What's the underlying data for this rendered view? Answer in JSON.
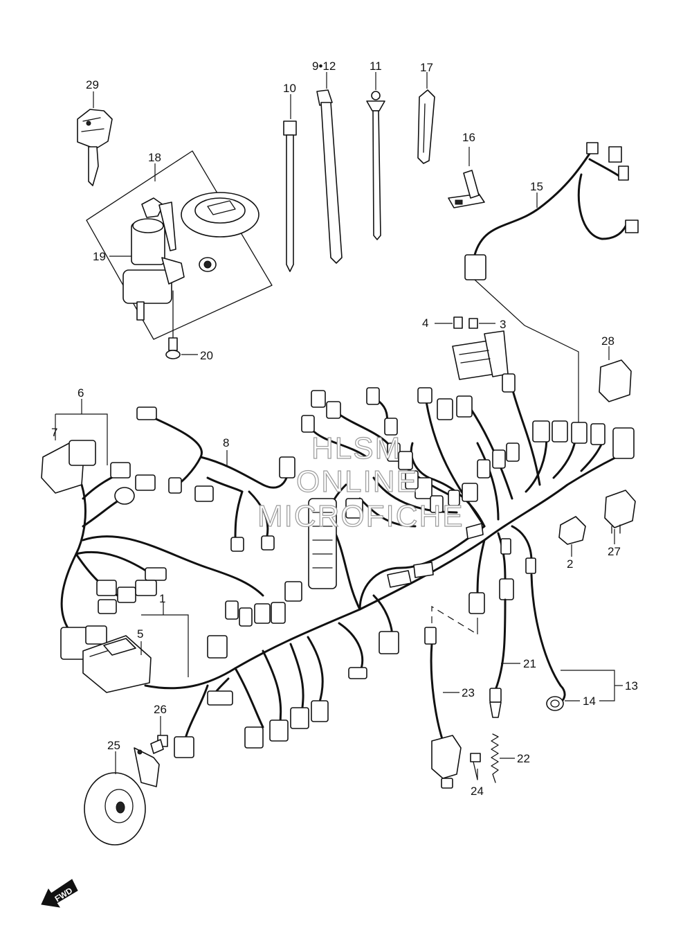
{
  "callouts": {
    "c1": "1",
    "c2": "2",
    "c3": "3",
    "c4": "4",
    "c5": "5",
    "c6": "6",
    "c7": "7",
    "c8": "8",
    "c9_12": "9•12",
    "c10": "10",
    "c11": "11",
    "c13": "13",
    "c14": "14",
    "c15": "15",
    "c16": "16",
    "c17": "17",
    "c18": "18",
    "c19": "19",
    "c20": "20",
    "c21": "21",
    "c22": "22",
    "c23": "23",
    "c24": "24",
    "c25": "25",
    "c26": "26",
    "c27": "27",
    "c28": "28",
    "c29": "29"
  },
  "watermark": {
    "line1": "HLSM",
    "line2": "ONLINE",
    "line3": "MICROFICHE"
  },
  "fwd_arrow": {
    "label": "FWD"
  }
}
